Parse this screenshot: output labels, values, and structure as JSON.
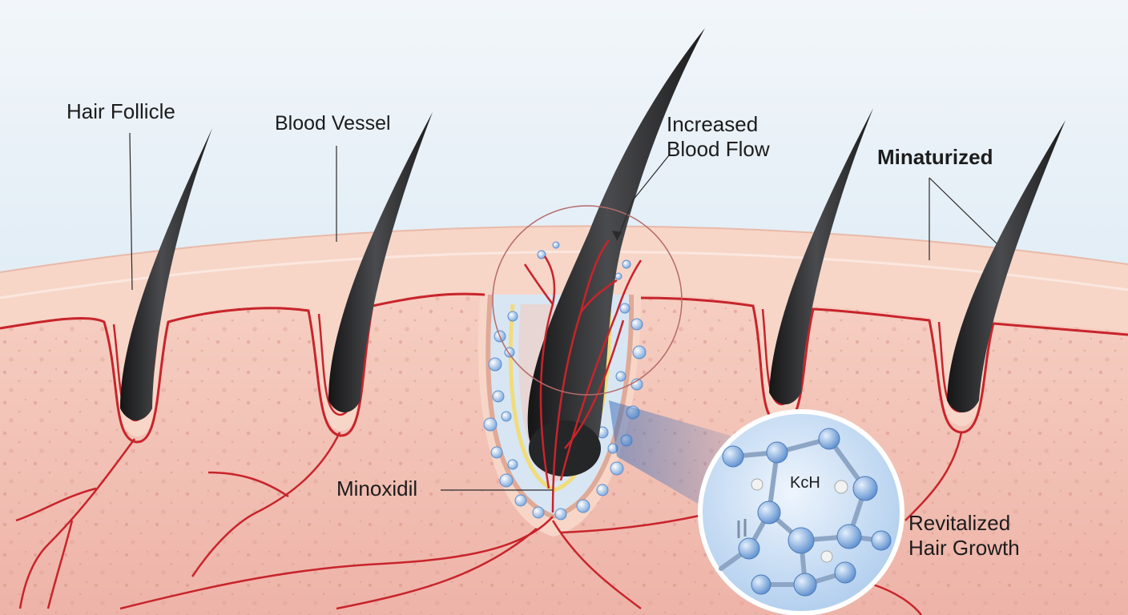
{
  "labels": {
    "hair_follicle": "Hair Follicle",
    "blood_vessel": "Blood Vessel",
    "increased_blood_flow": [
      "Increased",
      "Blood Flow"
    ],
    "minaturized": "Minaturized",
    "minoxidil": "Minoxidil",
    "revitalized_hair_growth": [
      "Revitalized",
      "Hair Growth"
    ],
    "molecule_text": "KcH"
  },
  "colors": {
    "sky": "#dcebf5",
    "skin_surface": "#f6d3c4",
    "dermis": "#f3c6bb",
    "follicle_sheath": "#e7b7a6",
    "blood_vessel": "#c8242b",
    "hair_shaft": "#2e2f31",
    "minoxidil_bubble": "#9ec3ec",
    "molecule_bg": "#cfe2f7",
    "yellow_layer": "#f1dc7c"
  },
  "icons": [
    "hair-strand-icon",
    "blood-vessel-icon",
    "molecule-icon",
    "magnifier-circle-icon"
  ]
}
